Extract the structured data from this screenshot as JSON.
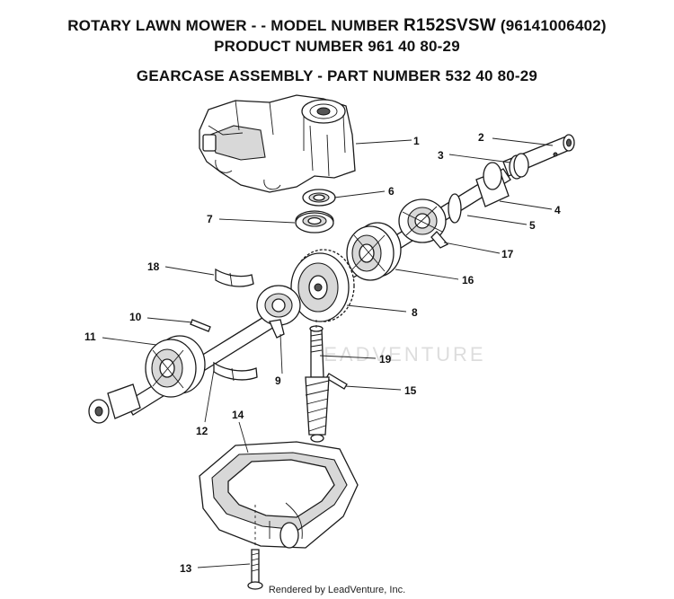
{
  "header": {
    "line1_prefix": "ROTARY LAWN MOWER - - MODEL NUMBER ",
    "line1_model": "R152SVSW",
    "line1_suffix": " (96141006402)",
    "line2": "PRODUCT NUMBER 961 40 80-29",
    "line3": "GEARCASE ASSEMBLY - PART NUMBER 532 40 80-29"
  },
  "watermark": "LEADVENTURE",
  "callouts": {
    "c1": "1",
    "c2": "2",
    "c3": "3",
    "c4": "4",
    "c5": "5",
    "c6": "6",
    "c7": "7",
    "c8": "8",
    "c9": "9",
    "c10": "10",
    "c11": "11",
    "c12": "12",
    "c13": "13",
    "c14": "14",
    "c15": "15",
    "c16": "16",
    "c17": "17",
    "c18": "18",
    "c19": "19"
  },
  "footer": "Rendered by LeadVenture, Inc."
}
